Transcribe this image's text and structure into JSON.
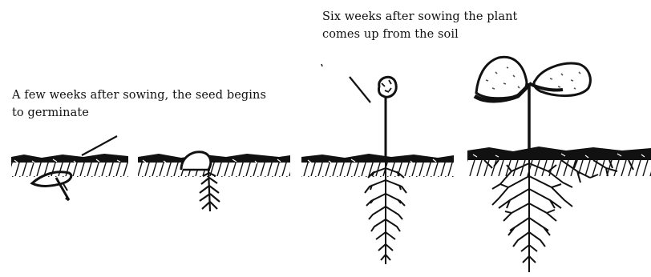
{
  "captions": {
    "early_germination": {
      "line1": "A few weeks after sowing, the seed begins",
      "line2": "to germinate"
    },
    "emergence": {
      "line1": "Six weeks after sowing the plant",
      "line2": "comes up from the soil"
    }
  },
  "colors": {
    "ink": "#111111",
    "leaf_speckle": "#555555",
    "background": "#ffffff"
  }
}
